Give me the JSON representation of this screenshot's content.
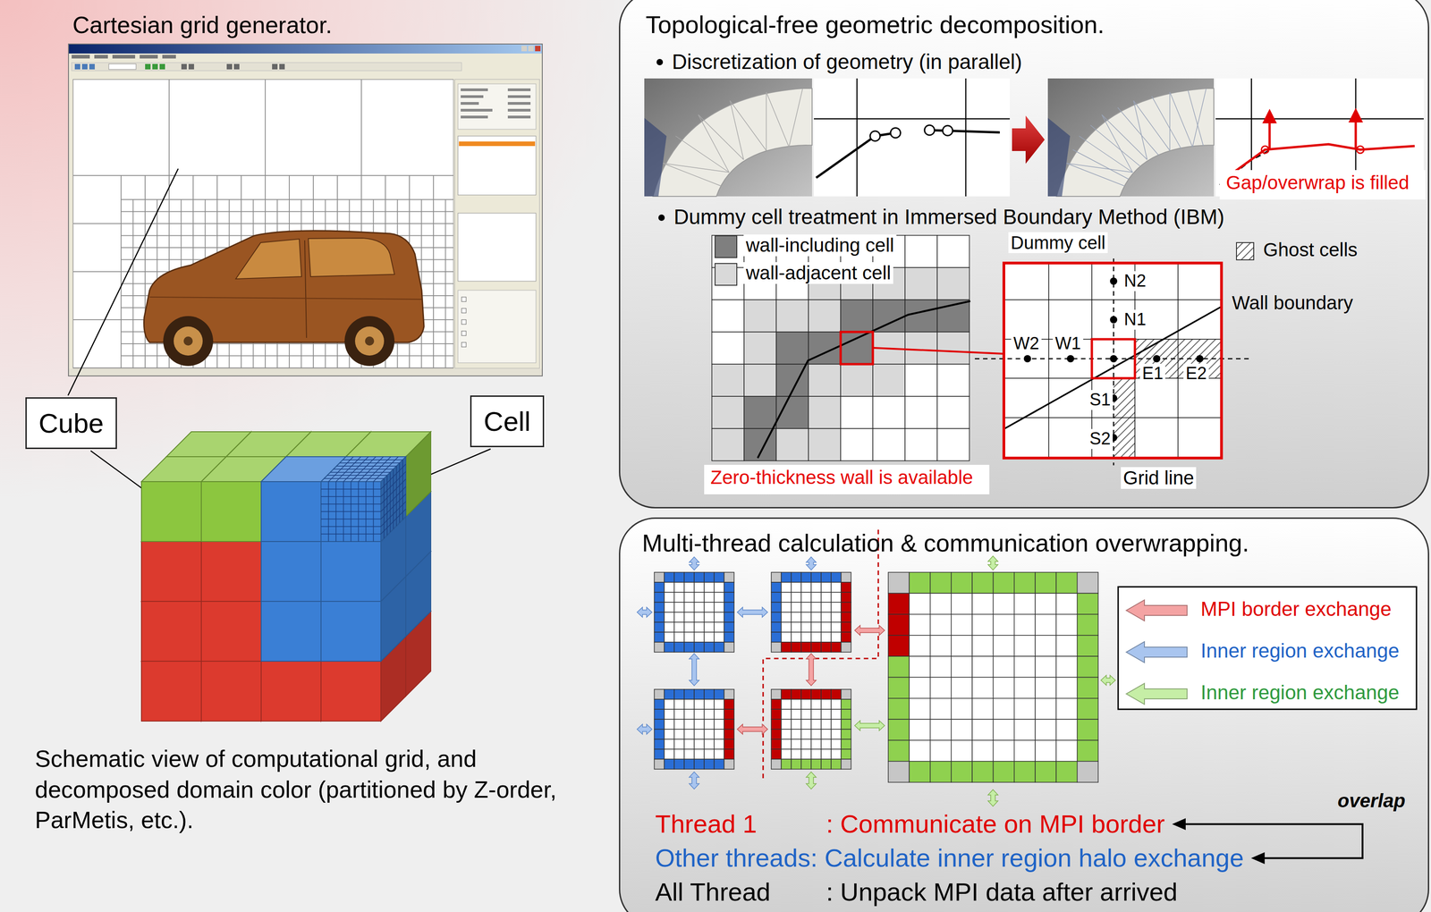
{
  "diagram": {
    "nodes": [
      {
        "text": [
          "Cube"
        ]
      },
      {
        "text": [
          "Cell"
        ]
      },
      {
        "text": [
          "Topological-free geometric decomposition."
        ]
      },
      {
        "text": [
          "Gap/overwrap is filled"
        ],
        "in": 2
      },
      {
        "text": [
          "Zero-thickness wall is available"
        ],
        "in": 2
      },
      {
        "text": [
          "Multi-thread calculation & communication overwrapping."
        ]
      }
    ],
    "labels": [
      "Cartesian grid generator.",
      "Schematic view of computational grid, and decomposed domain color (partitioned by Z-order, ParMetis, etc.).",
      "Discretization of geometry (in parallel)",
      "Dummy cell treatment in Immersed Boundary Method (IBM)",
      "Dummy cell",
      "N2",
      "N1",
      "W2",
      "W1",
      "E1",
      "E2",
      "S1",
      "S2",
      "Wall boundary",
      "Grid line",
      "Thread 1",
      ": Communicate on MPI border",
      "Other threads: Calculate inner region halo exchange",
      "All Thread",
      ": Unpack MPI data after arrived",
      "overlap"
    ],
    "legend": [
      {
        "text": "wall-including cell",
        "color": "#7f7f7f"
      },
      {
        "text": "wall-adjacent cell",
        "color": "#d9d9d9"
      },
      {
        "text": "Ghost cells"
      },
      {
        "text": "MPI border exchange",
        "color": "#f4a3a3"
      },
      {
        "text": "Inner region exchange",
        "color": "#a9c5ef"
      },
      {
        "text": "Inner region exchange",
        "color": "#c6eea6"
      }
    ]
  }
}
